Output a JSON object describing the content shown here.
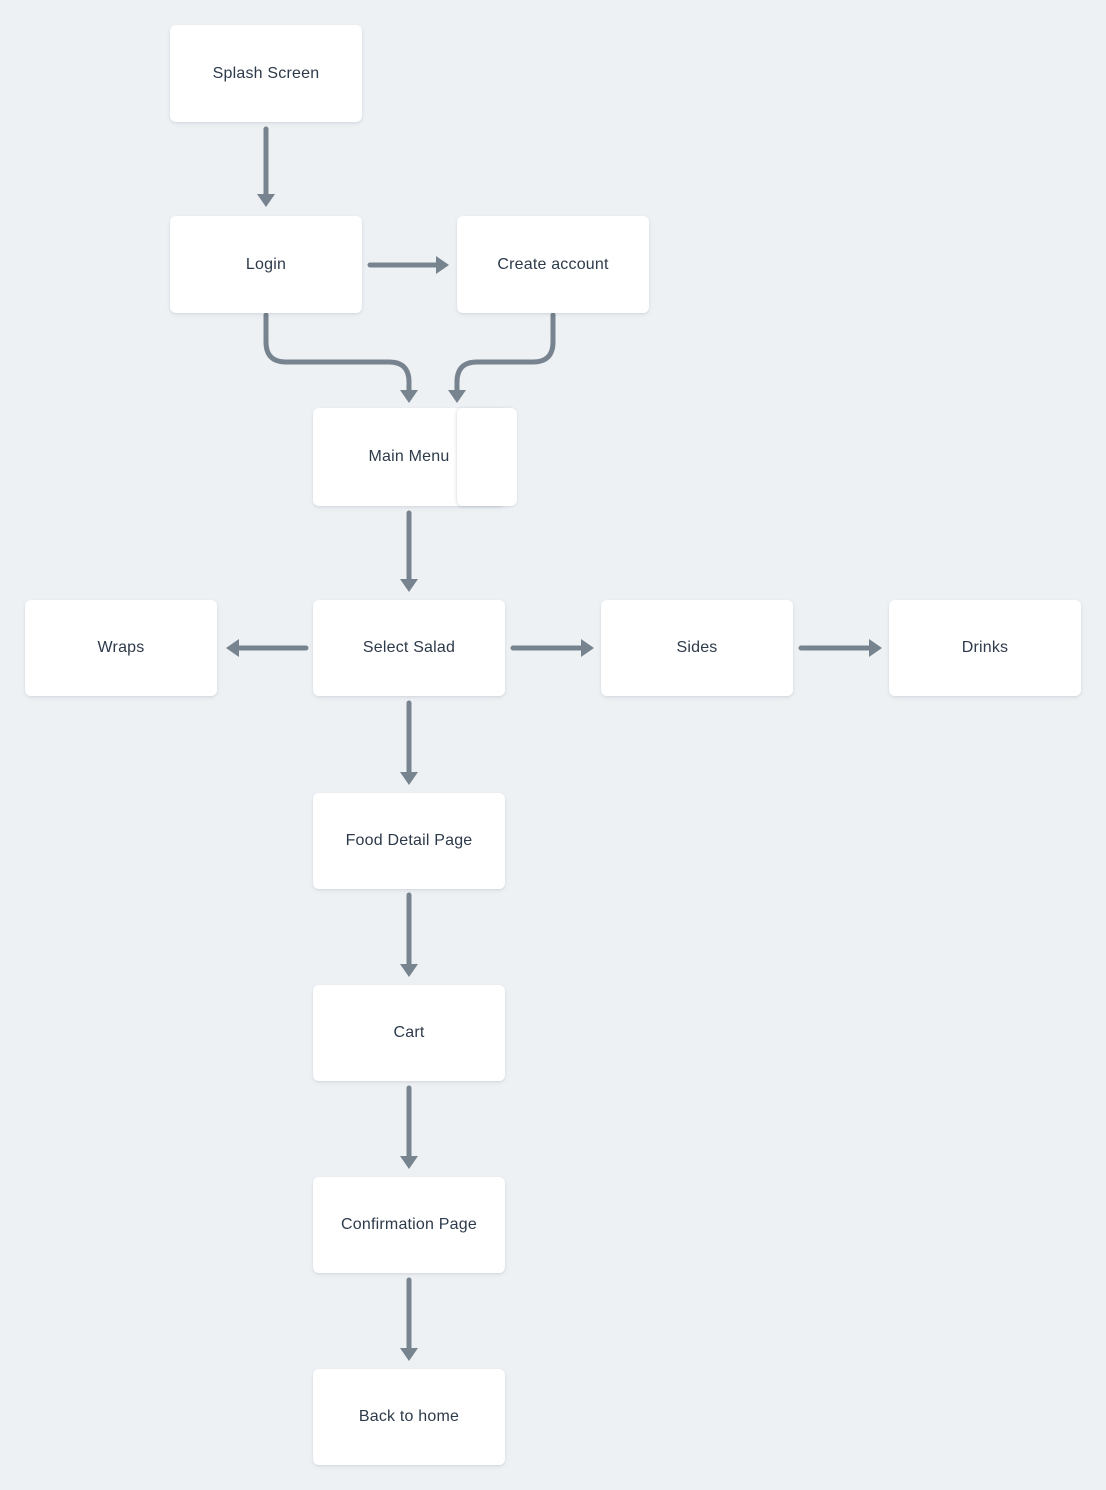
{
  "diagram": {
    "colors": {
      "background": "#edf1f4",
      "node_background": "#ffffff",
      "node_text": "#2d3a4a",
      "arrow": "#77838f"
    },
    "nodes": [
      {
        "id": "splash-screen",
        "label": "Splash Screen"
      },
      {
        "id": "login",
        "label": "Login"
      },
      {
        "id": "create-account",
        "label": "Create account"
      },
      {
        "id": "main-menu",
        "label": "Main Menu"
      },
      {
        "id": "wraps",
        "label": "Wraps"
      },
      {
        "id": "select-salad",
        "label": "Select Salad"
      },
      {
        "id": "sides",
        "label": "Sides"
      },
      {
        "id": "drinks",
        "label": "Drinks"
      },
      {
        "id": "food-detail-page",
        "label": "Food Detail Page"
      },
      {
        "id": "cart",
        "label": "Cart"
      },
      {
        "id": "confirmation-page",
        "label": "Confirmation Page"
      },
      {
        "id": "back-to-home",
        "label": "Back to home"
      }
    ],
    "edges": [
      {
        "from": "splash-screen",
        "to": "login",
        "direction": "down"
      },
      {
        "from": "login",
        "to": "create-account",
        "direction": "right"
      },
      {
        "from": "login",
        "to": "main-menu",
        "direction": "curve-down"
      },
      {
        "from": "create-account",
        "to": "main-menu",
        "direction": "curve-down"
      },
      {
        "from": "main-menu",
        "to": "select-salad",
        "direction": "down"
      },
      {
        "from": "select-salad",
        "to": "wraps",
        "direction": "left"
      },
      {
        "from": "select-salad",
        "to": "sides",
        "direction": "right"
      },
      {
        "from": "sides",
        "to": "drinks",
        "direction": "right"
      },
      {
        "from": "select-salad",
        "to": "food-detail-page",
        "direction": "down"
      },
      {
        "from": "food-detail-page",
        "to": "cart",
        "direction": "down"
      },
      {
        "from": "cart",
        "to": "confirmation-page",
        "direction": "down"
      },
      {
        "from": "confirmation-page",
        "to": "back-to-home",
        "direction": "down"
      }
    ]
  }
}
